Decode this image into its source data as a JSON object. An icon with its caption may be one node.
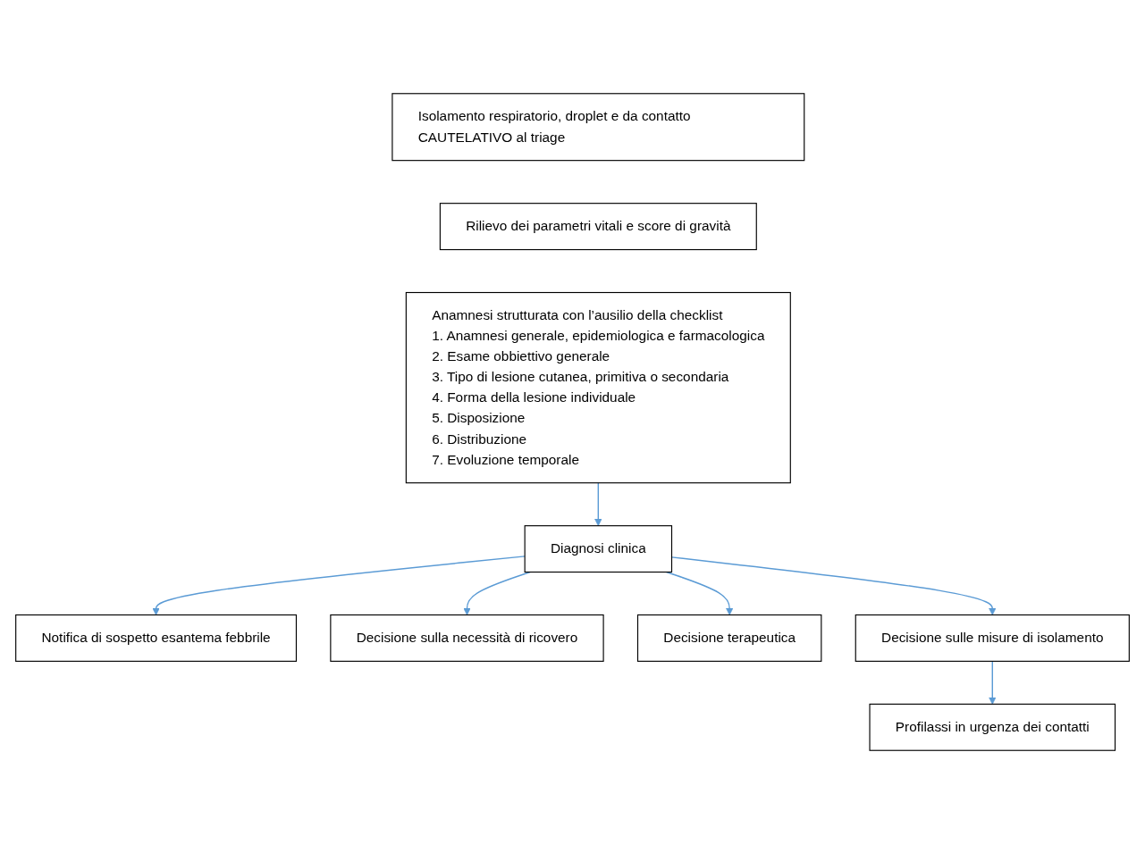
{
  "diagram": {
    "nodes": [
      {
        "text": [
          "Isolamento respiratorio, droplet e da contatto CAUTELATIVO al triage"
        ]
      },
      {
        "text": [
          "Rilievo dei parametri vitali e score di gravità"
        ]
      },
      {
        "text": [
          "Anamnesi strutturata con l’ausilio della checklist",
          "1. Anamnesi generale, epidemiologica e farmacologica",
          "2. Esame obbiettivo generale",
          "3. Tipo di lesione cutanea, primitiva o secondaria",
          "4. Forma della lesione individuale",
          "5. Disposizione",
          "6. Distribuzione",
          "7. Evoluzione temporale"
        ]
      },
      {
        "text": [
          "Diagnosi clinica"
        ]
      },
      {
        "text": [
          "Notifica di sospetto esantema febbrile"
        ]
      },
      {
        "text": [
          "Decisione sulla necessità di ricovero"
        ]
      },
      {
        "text": [
          "Decisione terapeutica"
        ]
      },
      {
        "text": [
          "Decisione sulle misure di isolamento"
        ]
      },
      {
        "text": [
          "Profilassi in urgenza dei contatti"
        ]
      }
    ],
    "edges": [
      {
        "from": 2,
        "to": 3,
        "arrow": "to"
      },
      {
        "from": 3,
        "to": 4,
        "arrow": "to"
      },
      {
        "from": 3,
        "to": 5,
        "arrow": "to"
      },
      {
        "from": 3,
        "to": 7,
        "arrow": "to"
      },
      {
        "from": 3,
        "to": 6,
        "arrow": "to"
      },
      {
        "from": 7,
        "to": 8,
        "arrow": "to"
      }
    ]
  }
}
